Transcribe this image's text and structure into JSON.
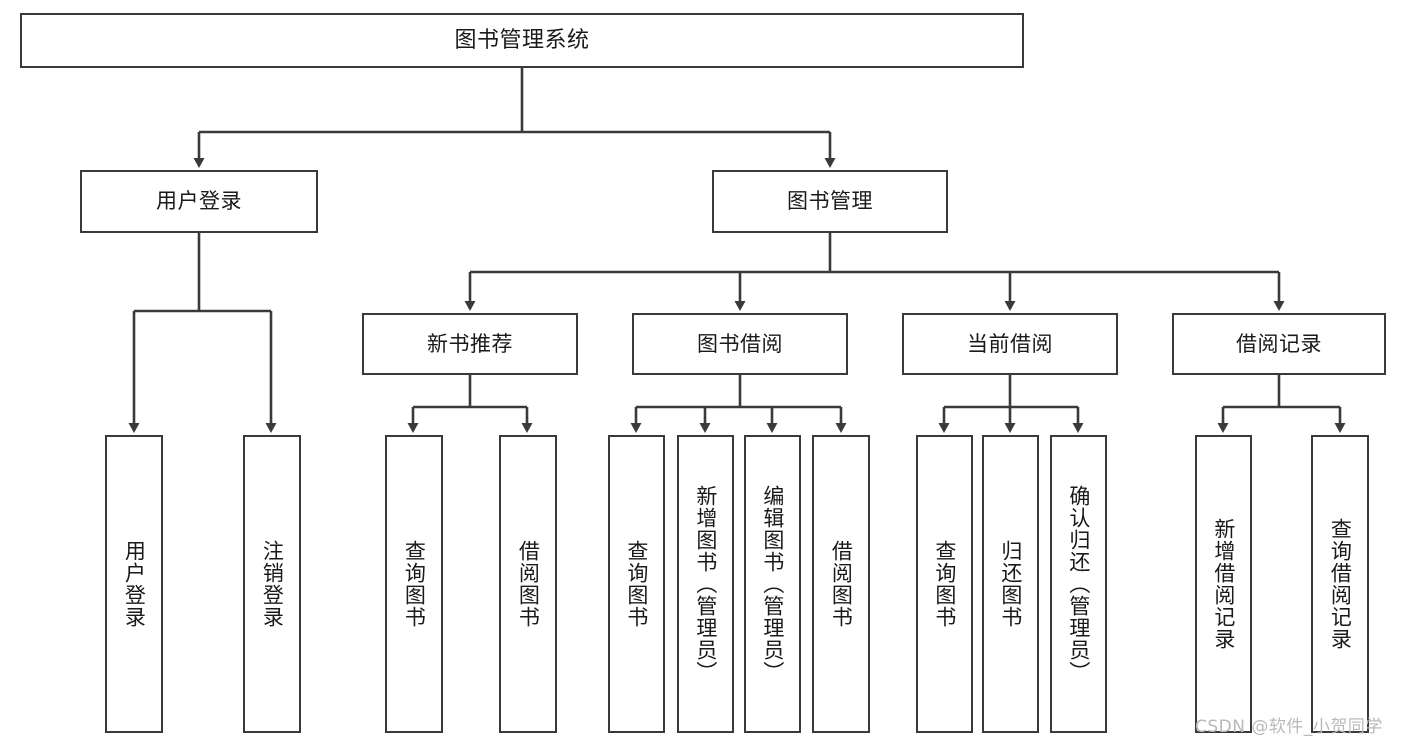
{
  "diagram": {
    "type": "tree",
    "title": "图书管理系统",
    "orientation": "top-down",
    "colors": {
      "box_border": "#3a3a3a",
      "box_fill": "#ffffff",
      "edge": "#3a3a3a",
      "text": "#1a1a1a",
      "watermark": "#b9b9b9",
      "background": "#ffffff"
    },
    "root": {
      "label": "图书管理系统"
    },
    "level2": [
      {
        "label": "用户登录"
      },
      {
        "label": "图书管理"
      }
    ],
    "level3": [
      {
        "label": "新书推荐"
      },
      {
        "label": "图书借阅"
      },
      {
        "label": "当前借阅"
      },
      {
        "label": "借阅记录"
      }
    ],
    "leaves": {
      "user_login": [
        {
          "label": "用户登录"
        },
        {
          "label": "注销登录"
        }
      ],
      "new_book": [
        {
          "label": "查询图书"
        },
        {
          "label": "借阅图书"
        }
      ],
      "book_borrow": [
        {
          "label": "查询图书"
        },
        {
          "label": "新增图书（管理员）"
        },
        {
          "label": "编辑图书（管理员）"
        },
        {
          "label": "借阅图书"
        }
      ],
      "current_borrow": [
        {
          "label": "查询图书"
        },
        {
          "label": "归还图书"
        },
        {
          "label": "确认归还（管理员）"
        }
      ],
      "borrow_record": [
        {
          "label": "新增借阅记录"
        },
        {
          "label": "查询借阅记录"
        }
      ]
    }
  },
  "watermark": {
    "text": "CSDN @软件_小贺同学"
  }
}
